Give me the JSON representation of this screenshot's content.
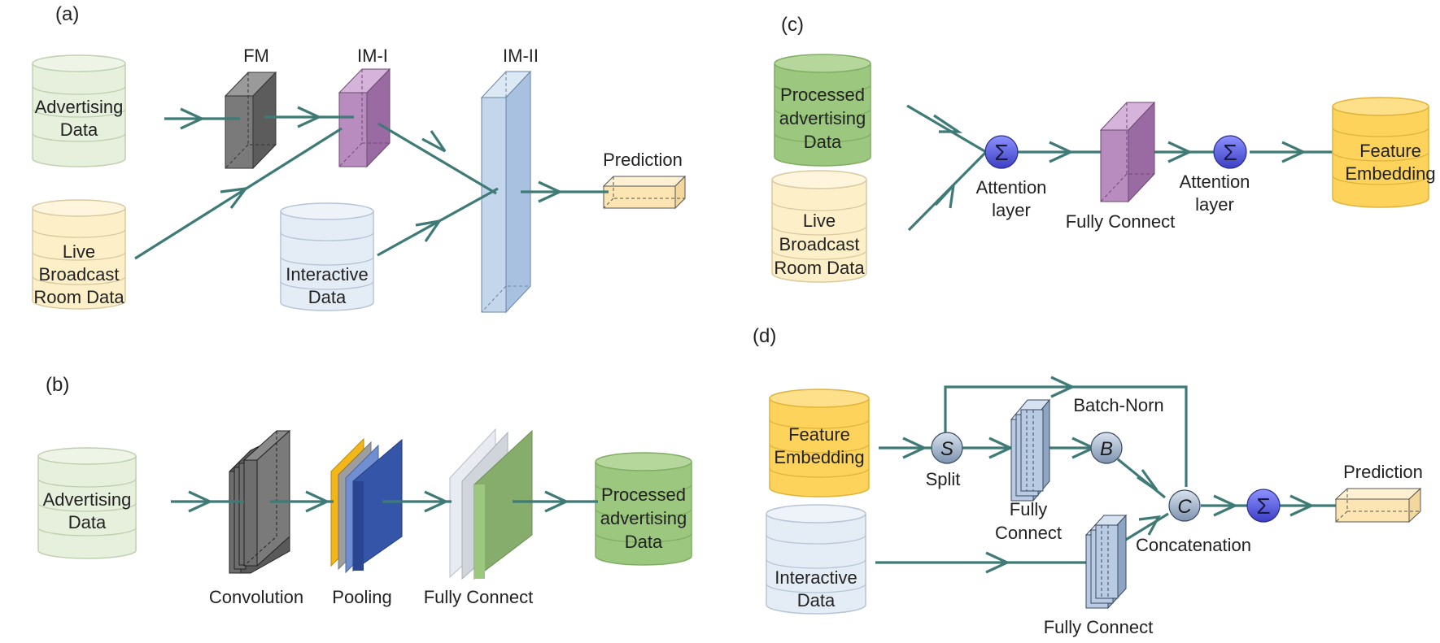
{
  "panels": {
    "a": {
      "label": "(a)",
      "advertising": [
        "Advertising",
        "Data"
      ],
      "live": [
        "Live",
        "Broadcast",
        "Room Data"
      ],
      "interactive": [
        "Interactive",
        "Data"
      ],
      "fm": "FM",
      "im1": "IM-I",
      "im2": "IM-II",
      "prediction": "Prediction"
    },
    "b": {
      "label": "(b)",
      "advertising": [
        "Advertising",
        "Data"
      ],
      "convolution": "Convolution",
      "pooling": "Pooling",
      "fully_connect": "Fully Connect",
      "processed": [
        "Processed",
        "advertising",
        "Data"
      ]
    },
    "c": {
      "label": "(c)",
      "processed": [
        "Processed",
        "advertising",
        "Data"
      ],
      "live": [
        "Live",
        "Broadcast",
        "Room Data"
      ],
      "attention1": [
        "Attention",
        "layer"
      ],
      "fully_connect": "Fully Connect",
      "attention2": [
        "Attention",
        "layer"
      ],
      "feature": [
        "Feature",
        "Embedding"
      ]
    },
    "d": {
      "label": "(d)",
      "feature": [
        "Feature",
        "Embedding"
      ],
      "interactive": [
        "Interactive",
        "Data"
      ],
      "split": "Split",
      "fully_connect_top": [
        "Fully",
        "Connect"
      ],
      "batch_norm": "Batch-Norn",
      "fully_connect_bottom": "Fully Connect",
      "concatenation": "Concatenation",
      "prediction": "Prediction",
      "node_s": "S",
      "node_b": "B",
      "node_c": "C"
    },
    "sum_symbol": "Σ"
  },
  "colors": {
    "arrow": "#3e7a76",
    "advertising_db": "#e6f0dc",
    "live_db": "#fdefc8",
    "interactive_db": "#e4ecf6",
    "processed_db": "#9bc77e",
    "feature_db": "#fdd35c",
    "fm_block": "#7a7a7a",
    "im1_block": "#b98cc0",
    "im2_block": "#c3d6ec",
    "prediction_block": "#fde5b3",
    "sum_node": "#5a5ee0",
    "op_node": "#9db0c8"
  }
}
